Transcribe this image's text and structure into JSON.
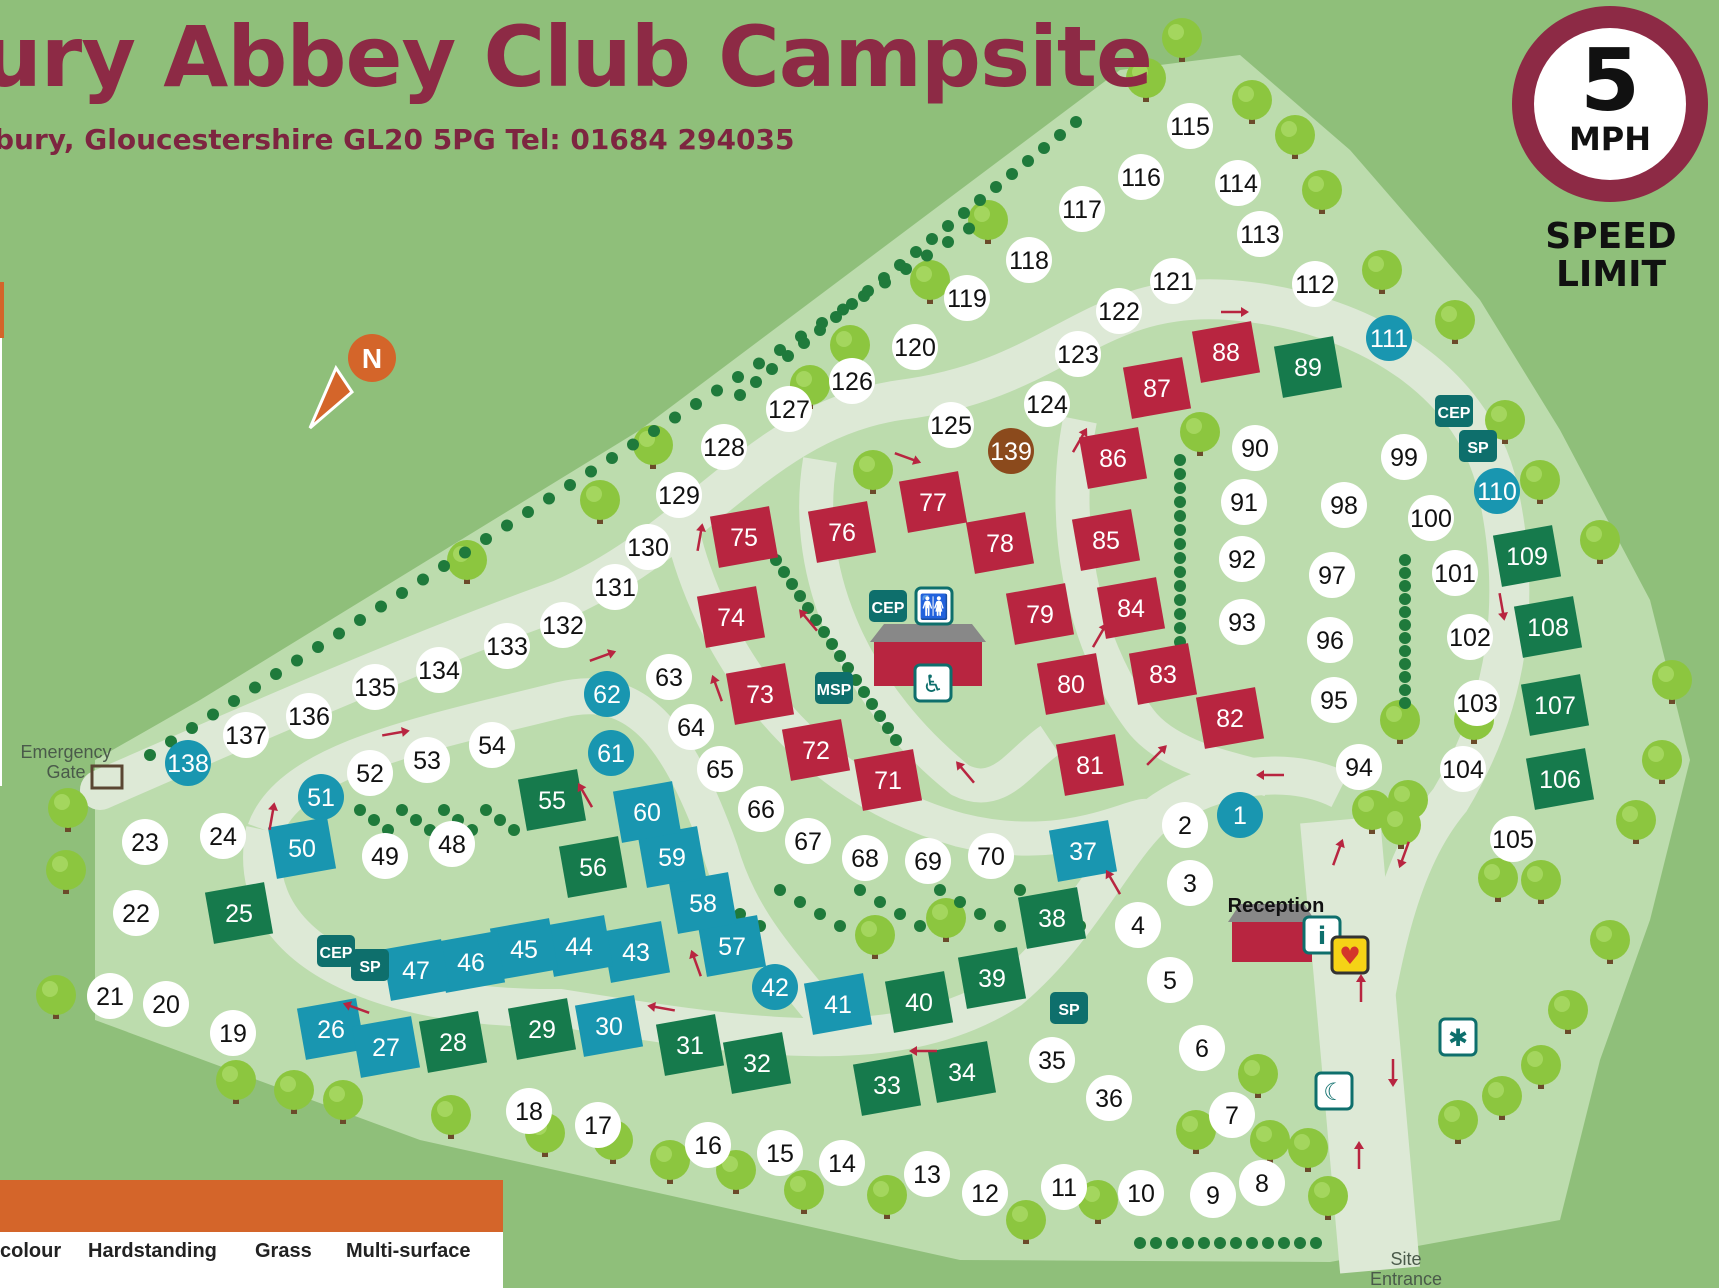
{
  "header": {
    "title": "ury Abbey Club Campsite",
    "address": "bury, Gloucestershire GL20 5PG  Tel: 01684 294035"
  },
  "speed_limit": {
    "value": "5",
    "unit": "MPH",
    "caption_line1": "SPEED",
    "caption_line2": "LIMIT"
  },
  "north_label": "N",
  "labels": {
    "emergency_gate_1": "Emergency",
    "emergency_gate_2": "Gate",
    "reception": "Reception",
    "site_entrance_1": "Site",
    "site_entrance_2": "Entrance"
  },
  "legend": {
    "colour": "colour",
    "hardstanding": "Hardstanding",
    "grass": "Grass",
    "multi_surface": "Multi-surface"
  },
  "facilities": {
    "cep": "CEP",
    "sp": "SP",
    "msp": "MSP",
    "info": "i"
  },
  "colors": {
    "background": "#8fbf7a",
    "road": "#dde9d6",
    "site_area": "#bcdcad",
    "red_pitch": "#b82540",
    "green_pitch": "#167a4c",
    "blue_pitch": "#1996b0",
    "brown_pitch": "#8b4a1c",
    "title": "#8d2a45",
    "legend_accent": "#d4652a"
  },
  "pitches": {
    "white": [
      "2",
      "3",
      "4",
      "5",
      "6",
      "7",
      "8",
      "9",
      "10",
      "11",
      "12",
      "13",
      "14",
      "15",
      "16",
      "17",
      "18",
      "19",
      "20",
      "21",
      "22",
      "23",
      "24",
      "35",
      "36",
      "48",
      "49",
      "52",
      "53",
      "54",
      "63",
      "64",
      "65",
      "66",
      "67",
      "68",
      "69",
      "70",
      "90",
      "91",
      "92",
      "93",
      "94",
      "95",
      "96",
      "97",
      "98",
      "99",
      "100",
      "101",
      "102",
      "103",
      "104",
      "105",
      "112",
      "113",
      "114",
      "115",
      "116",
      "117",
      "118",
      "119",
      "120",
      "121",
      "122",
      "123",
      "124",
      "125",
      "126",
      "127",
      "128",
      "129",
      "130",
      "131",
      "132",
      "133",
      "134",
      "135",
      "136",
      "137"
    ],
    "teal_circle": [
      "1",
      "42",
      "51",
      "61",
      "62",
      "110",
      "111",
      "138"
    ],
    "brown_circle": [
      "139"
    ],
    "red": [
      "71",
      "72",
      "73",
      "74",
      "75",
      "76",
      "77",
      "78",
      "79",
      "80",
      "81",
      "82",
      "83",
      "84",
      "85",
      "86",
      "87",
      "88"
    ],
    "green": [
      "25",
      "28",
      "29",
      "31",
      "32",
      "33",
      "34",
      "38",
      "39",
      "40",
      "55",
      "56",
      "89",
      "106",
      "107",
      "108",
      "109"
    ],
    "blue": [
      "26",
      "27",
      "30",
      "37",
      "41",
      "43",
      "44",
      "45",
      "46",
      "47",
      "50",
      "57",
      "58",
      "59",
      "60"
    ]
  }
}
